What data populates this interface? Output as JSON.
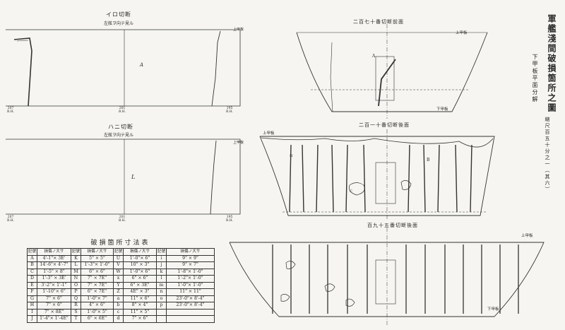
{
  "sheet": {
    "title": "軍艦淺間破損箇所之圖",
    "subtitle": "下甲板平面分解",
    "scale_note": "縮尺百五十分之一（其六）"
  },
  "views": {
    "top_left": {
      "title": "イロ切断",
      "subtitle": "左舷ヲ向テ見ル"
    },
    "mid_left": {
      "title": "ハニ切断",
      "subtitle": "左舷ヲ向テ見ル"
    },
    "top_right": {
      "title": "二百七十番切断前面",
      "label_top": "上甲板",
      "label_bottom": "下甲板",
      "mark": "A"
    },
    "mid_right": {
      "title": "二百一十番切断後面",
      "label_top": "上甲板",
      "mark_b": "B",
      "mark_c": "C",
      "mark_h": "H"
    },
    "bot_right": {
      "title": "百九十五番切断後面",
      "label_top": "上甲板",
      "label_bottom": "下甲板"
    },
    "frame_ticks": [
      {
        "num": "207",
        "tag": "B.H."
      },
      {
        "num": "201",
        "tag": "B.H."
      },
      {
        "num": "195",
        "tag": "B.H."
      }
    ],
    "section_marks": {
      "a": "A",
      "l": "L"
    }
  },
  "damage_table": {
    "caption": "破損箇所寸法表",
    "headers": [
      "記號",
      "損傷ノ大サ"
    ],
    "rows": [
      [
        "A",
        "4'-1\"× 3E'",
        "K",
        "5\" × 5\"",
        "U",
        "1'-0\"× 6\"",
        "i",
        "9\" × 9\""
      ],
      [
        "B",
        "14'-6\"× 4'-7\"",
        "L",
        "1'-3\"× 1'-0\"",
        "V",
        "10\" × 3\"",
        "j",
        "9\" × 7\""
      ],
      [
        "C",
        "1'-5\" × 8\"",
        "M",
        "6\" × 6\"",
        "W",
        "1'-0\"× 6\"",
        "k",
        "1'-8\"× 1'-0\""
      ],
      [
        "D",
        "1'-3\" × 3E'",
        "N",
        "7\" × 7E\"",
        "x",
        "6\" × 6\"",
        "l",
        "1'-2\"× 1'-0\""
      ],
      [
        "E",
        "3'-2\"× 1'-1\"",
        "O",
        "7\" × 7E\"",
        "Y",
        "6\" × 3E\"",
        "m",
        "1'-0\"× 1'-0\""
      ],
      [
        "F",
        "1'-10\"× 6\"",
        "P",
        "6\" × 7E\"",
        "Z",
        "4E\" × 3\"",
        "n",
        "11\" × 11\""
      ],
      [
        "G",
        "7\" × 6\"",
        "Q",
        "1'-0\"× 7\"",
        "a",
        "11\" × 6\"",
        "o",
        "23'-0\"× 8'-4\""
      ],
      [
        "H",
        "7\" × 6\"",
        "R",
        "4\" × 6\"",
        "b",
        "8\" × 4\"",
        "p",
        "23'-0\"× 8'-4\""
      ],
      [
        "I",
        "7\" × 8E\"",
        "S",
        "1'-0\"× 5\"",
        "c",
        "11\" × 5\"",
        "",
        ""
      ],
      [
        "J",
        "1'-4\"× 1'-4E\"",
        "T",
        "6\" × 6E\"",
        "d",
        "7\" × 6\"",
        "",
        ""
      ]
    ]
  }
}
